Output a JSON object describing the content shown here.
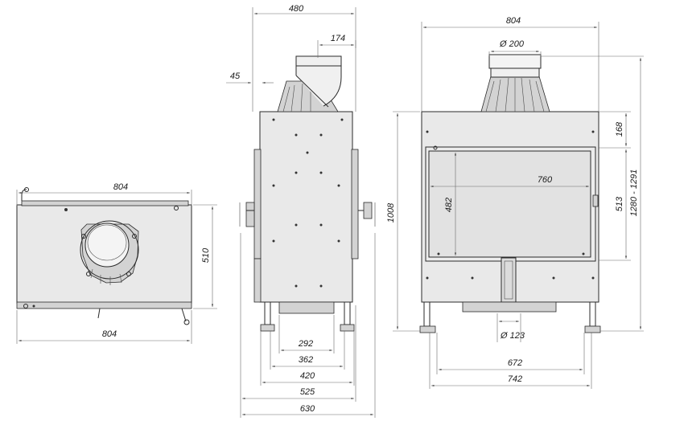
{
  "views": {
    "top": {
      "width_top": "804",
      "width_bottom": "804",
      "depth": "510"
    },
    "side": {
      "overall_width": "480",
      "flue_offset": "174",
      "flue_rear": "45",
      "d292": "292",
      "d362": "362",
      "d420": "420",
      "d525": "525",
      "d630": "630"
    },
    "front": {
      "overall_width": "804",
      "flue_diameter": "Ø 200",
      "glass_width": "760",
      "glass_height": "482",
      "top_height": "168",
      "door_height": "513",
      "adjust_range": "1280 - 1291",
      "total_height": "1008",
      "air_inlet_diameter": "Ø 123",
      "d672": "672",
      "d742": "742"
    }
  },
  "colors": {
    "line": "#2a2a2a",
    "fill": "#e9e9e9",
    "glass": "#e2e2e2"
  }
}
